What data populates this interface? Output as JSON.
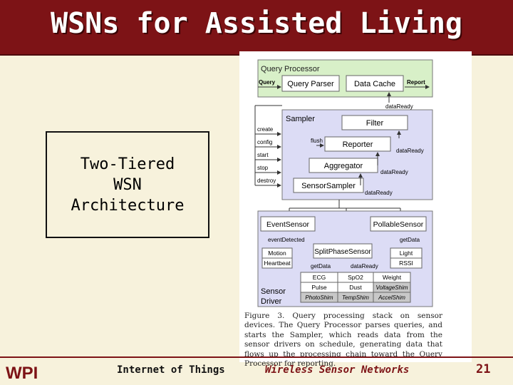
{
  "slide": {
    "title": "WSNs for Assisted Living",
    "box_lines": [
      "Two-Tiered",
      "WSN",
      "Architecture"
    ],
    "footer_left": "Internet of Things",
    "footer_center": "Wireless Sensor Networks",
    "page_number": "21",
    "logo_text": "WPI"
  },
  "figure": {
    "query_processor": {
      "label": "Query Processor",
      "query_parser": "Query Parser",
      "data_cache": "Data Cache",
      "query": "Query",
      "report": "Report",
      "data_ready": "dataReady"
    },
    "sampler": {
      "label": "Sampler",
      "filter": "Filter",
      "reporter": "Reporter",
      "aggregator": "Aggregator",
      "sensor_sampler": "SensorSampler",
      "flush": "flush",
      "data_ready": "dataReady",
      "commands": [
        "create",
        "config",
        "start",
        "stop",
        "destroy"
      ]
    },
    "sensor_driver": {
      "label_line1": "Sensor",
      "label_line2": "Driver",
      "event_sensor": "EventSensor",
      "pollable_sensor": "PollableSensor",
      "split_phase_sensor": "SplitPhaseSensor",
      "event_detected": "eventDetected",
      "get_data": "getData",
      "data_ready": "dataReady",
      "motion": "Motion",
      "heartbeat": "Heartbeat",
      "light": "Light",
      "rssi": "RSSI",
      "grid_row1": [
        "ECG",
        "SpO2",
        "Weight"
      ],
      "grid_row2": [
        "Pulse",
        "Dust",
        "VoltageShim"
      ],
      "grid_row3": [
        "PhotoShim",
        "TempShim",
        "AccelShim"
      ]
    },
    "caption": "Figure 3.  Query processing stack on sensor devices. The Query Processor parses queries, and starts the Sampler, which reads data from the sensor drivers on schedule, generating data that flows up the processing chain toward the Query Processor for reporting."
  }
}
